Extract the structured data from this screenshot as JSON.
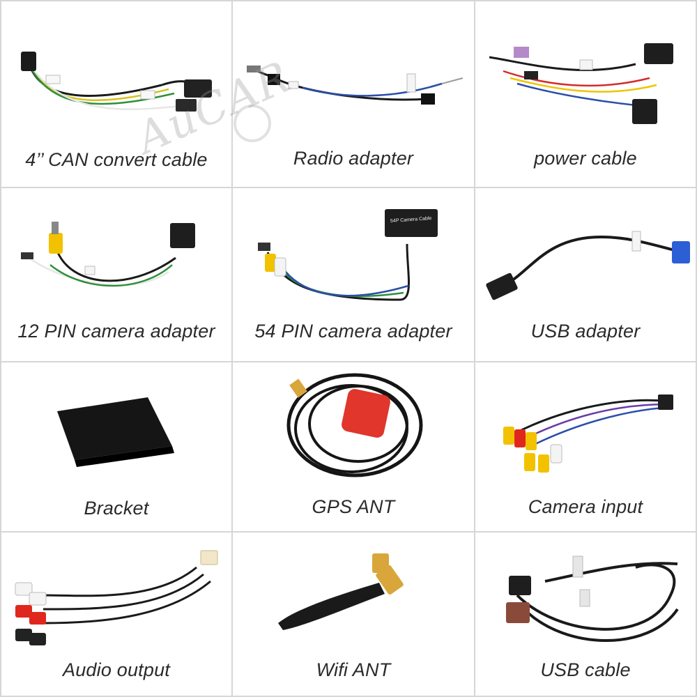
{
  "watermark": {
    "text": "AuCAR"
  },
  "items": [
    {
      "caption": "4’’ CAN convert cable"
    },
    {
      "caption": "Radio adapter"
    },
    {
      "caption": "power cable"
    },
    {
      "caption": "12 PIN camera adapter"
    },
    {
      "caption": "54 PIN camera adapter"
    },
    {
      "caption": "USB adapter"
    },
    {
      "caption": "Bracket"
    },
    {
      "caption": "GPS ANT"
    },
    {
      "caption": "Camera input"
    },
    {
      "caption": "Audio output"
    },
    {
      "caption": "Wifi ANT"
    },
    {
      "caption": "USB cable"
    }
  ],
  "labels": {
    "cam54": "54P Camera Cable"
  },
  "colors": {
    "cable": "#1a1a1a",
    "rca_yellow": "#f2c200",
    "rca_red": "#e0271d",
    "rca_white": "#f4f4f4",
    "gps_pad": "#e0362b",
    "usb_blue": "#2c5fd6",
    "antenna_gold": "#d8a63a"
  }
}
